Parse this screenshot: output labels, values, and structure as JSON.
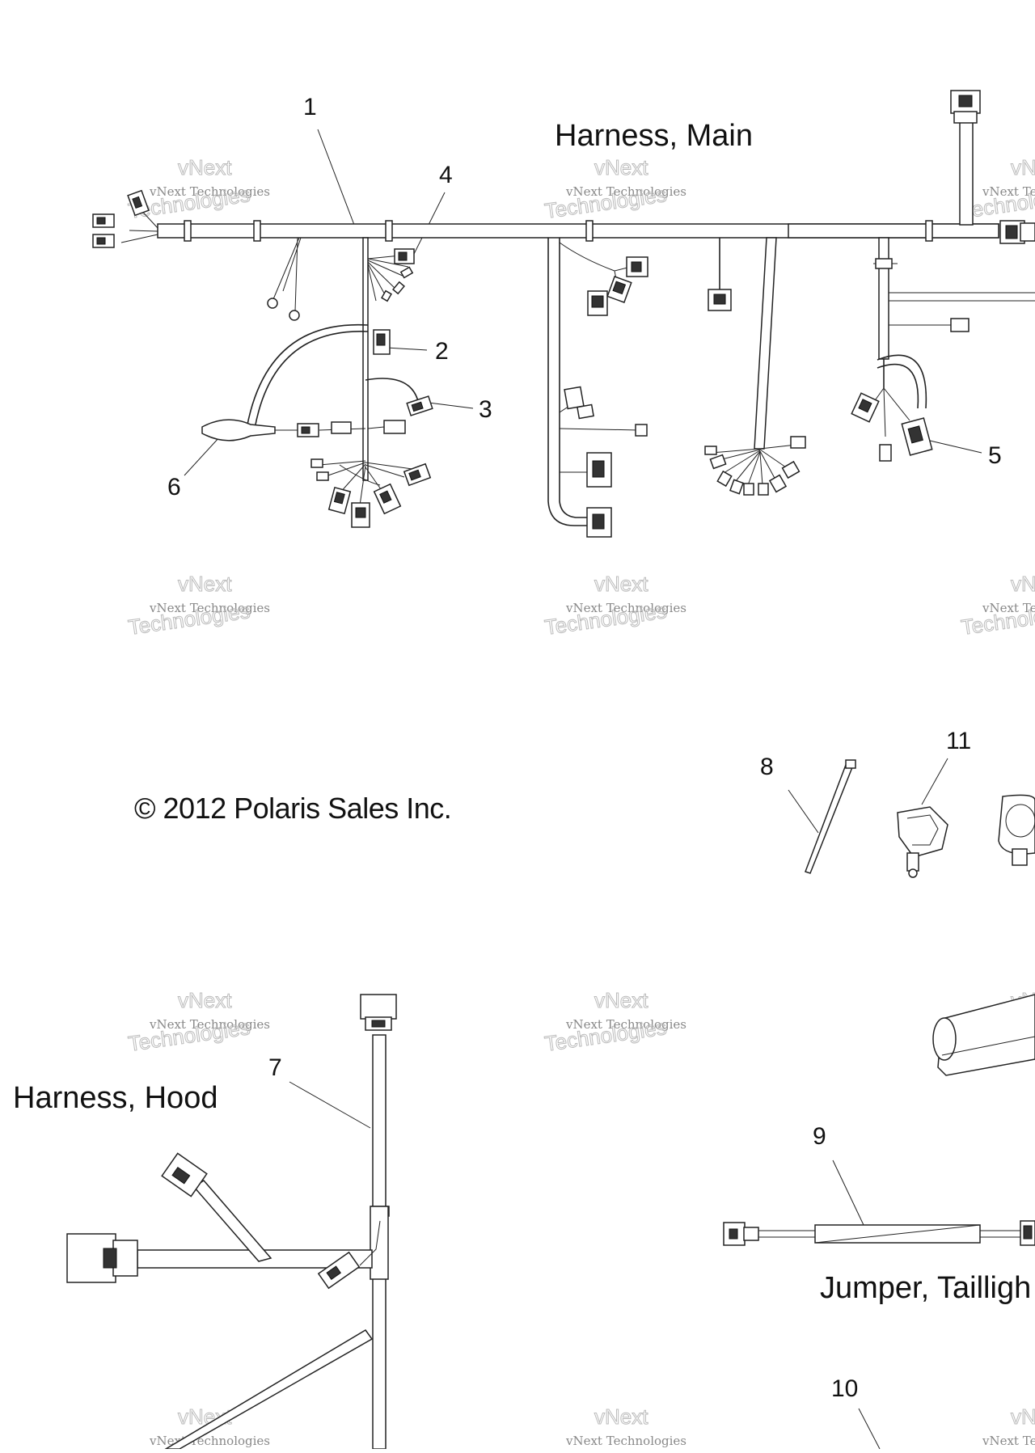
{
  "labels": {
    "harness_main": "Harness, Main",
    "harness_hood": "Harness, Hood",
    "jumper_taillight": "Jumper, Tailligh",
    "copyright": "© 2012 Polaris Sales Inc."
  },
  "callouts": [
    "1",
    "2",
    "3",
    "4",
    "5",
    "6",
    "7",
    "8",
    "9",
    "10",
    "11"
  ],
  "watermark": {
    "line1": "vNext Technologies",
    "line2": "Technologies",
    "arc": "vNext"
  },
  "colors": {
    "line": "#222222",
    "background": "#ffffff",
    "watermark": "#999999"
  }
}
